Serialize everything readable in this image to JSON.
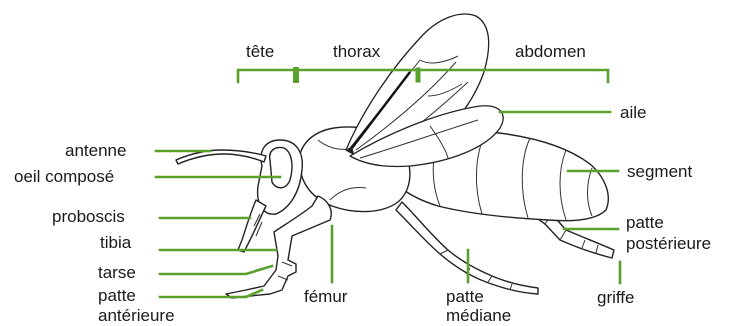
{
  "labels": {
    "tete": "tête",
    "thorax": "thorax",
    "abdomen": "abdomen",
    "aile": "aile",
    "segment": "segment",
    "patte_posterieure_1": "patte",
    "patte_posterieure_2": "postérieure",
    "griffe": "griffe",
    "patte_mediane_1": "patte",
    "patte_mediane_2": "médiane",
    "femur": "fémur",
    "patte_anterieure_1": "patte",
    "patte_anterieure_2": "antérieure",
    "tarse": "tarse",
    "tibia": "tibia",
    "proboscis": "proboscis",
    "oeil_compose": "oeil composé",
    "antenne": "antenne"
  },
  "colors": {
    "leader": "#5aa02c",
    "outline": "#222222",
    "text": "#1a1a1a"
  }
}
